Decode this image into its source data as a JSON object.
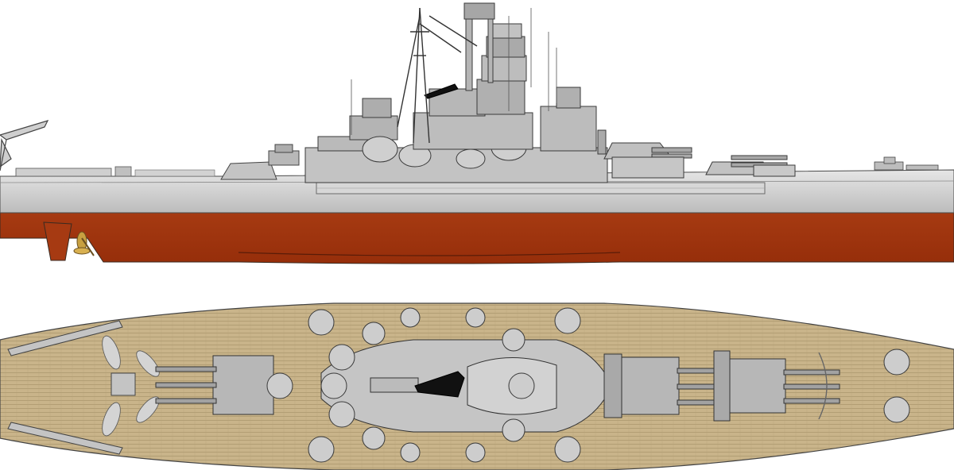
{
  "drawing": {
    "views": [
      {
        "id": "profile",
        "kind": "side-elevation"
      },
      {
        "id": "plan",
        "kind": "top-down-deck-plan"
      }
    ]
  },
  "colors": {
    "hull_gray": "#c9c9c9",
    "hull_gray_light": "#e2e2e2",
    "superstructure_gray": "#bdbdbd",
    "superstructure_dark": "#9c9c9c",
    "boot_red": "#a0340f",
    "deck_wood": "#c9b48a",
    "deck_plank_line": "#a8946a",
    "outline": "#3a3a3a",
    "propeller": "#c8a040",
    "background": "#ffffff"
  }
}
